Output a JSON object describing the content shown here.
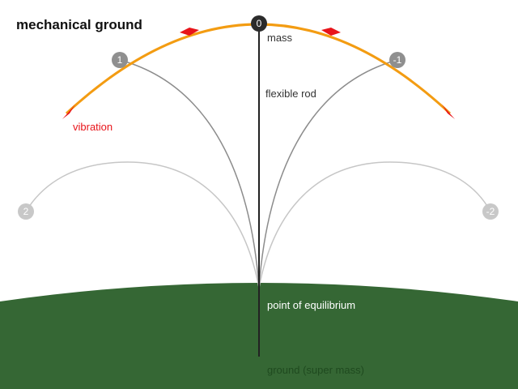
{
  "title": "mechanical ground",
  "labels": {
    "mass": "mass",
    "flexible_rod": "flexible rod",
    "vibration": "vibration",
    "equilibrium": "point of equilibrium",
    "ground": "ground (super mass)"
  },
  "nodes": {
    "center": "0",
    "left_1": "1",
    "right_1": "-1",
    "left_2": "2",
    "right_2": "-2"
  },
  "colors": {
    "ground": "#356734",
    "arc": "#f39c12",
    "arrow": "#e8141a",
    "rod": "#222222",
    "rod_mid": "#8c8c8c",
    "rod_far": "#c6c6c6",
    "node_center": "#2b2b2b",
    "node_mid": "#8f8f8f",
    "node_far": "#c8c8c8"
  }
}
